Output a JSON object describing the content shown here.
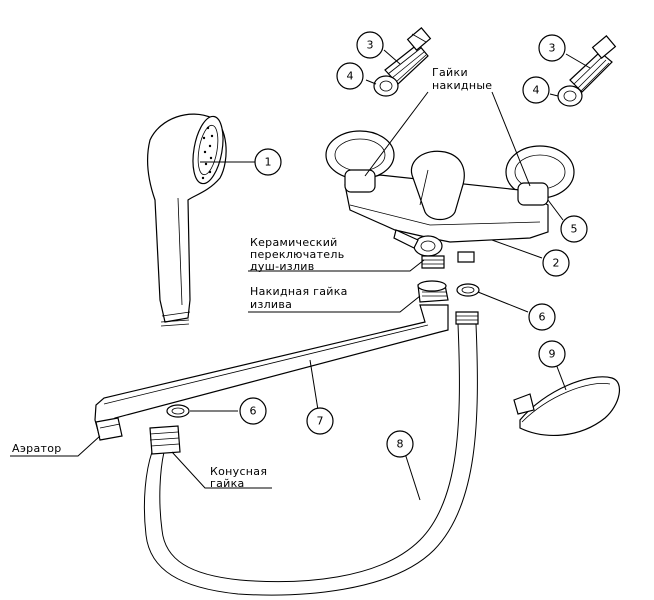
{
  "labels": {
    "gaiki_line1": "Гайки",
    "gaiki_line2": "накидные",
    "ceramic_line1": "Керамический",
    "ceramic_line2": "переключатель",
    "ceramic_line3": "душ-излив",
    "spout_nut_line1": "Накидная гайка",
    "spout_nut_line2": "излива",
    "aerator": "Аэратор",
    "cone_nut_line1": "Конусная",
    "cone_nut_line2": "гайка"
  },
  "callouts": {
    "c1": "1",
    "c2": "2",
    "c3a": "3",
    "c3b": "3",
    "c4a": "4",
    "c4b": "4",
    "c5": "5",
    "c6a": "6",
    "c6b": "6",
    "c7": "7",
    "c8": "8",
    "c9": "9"
  }
}
